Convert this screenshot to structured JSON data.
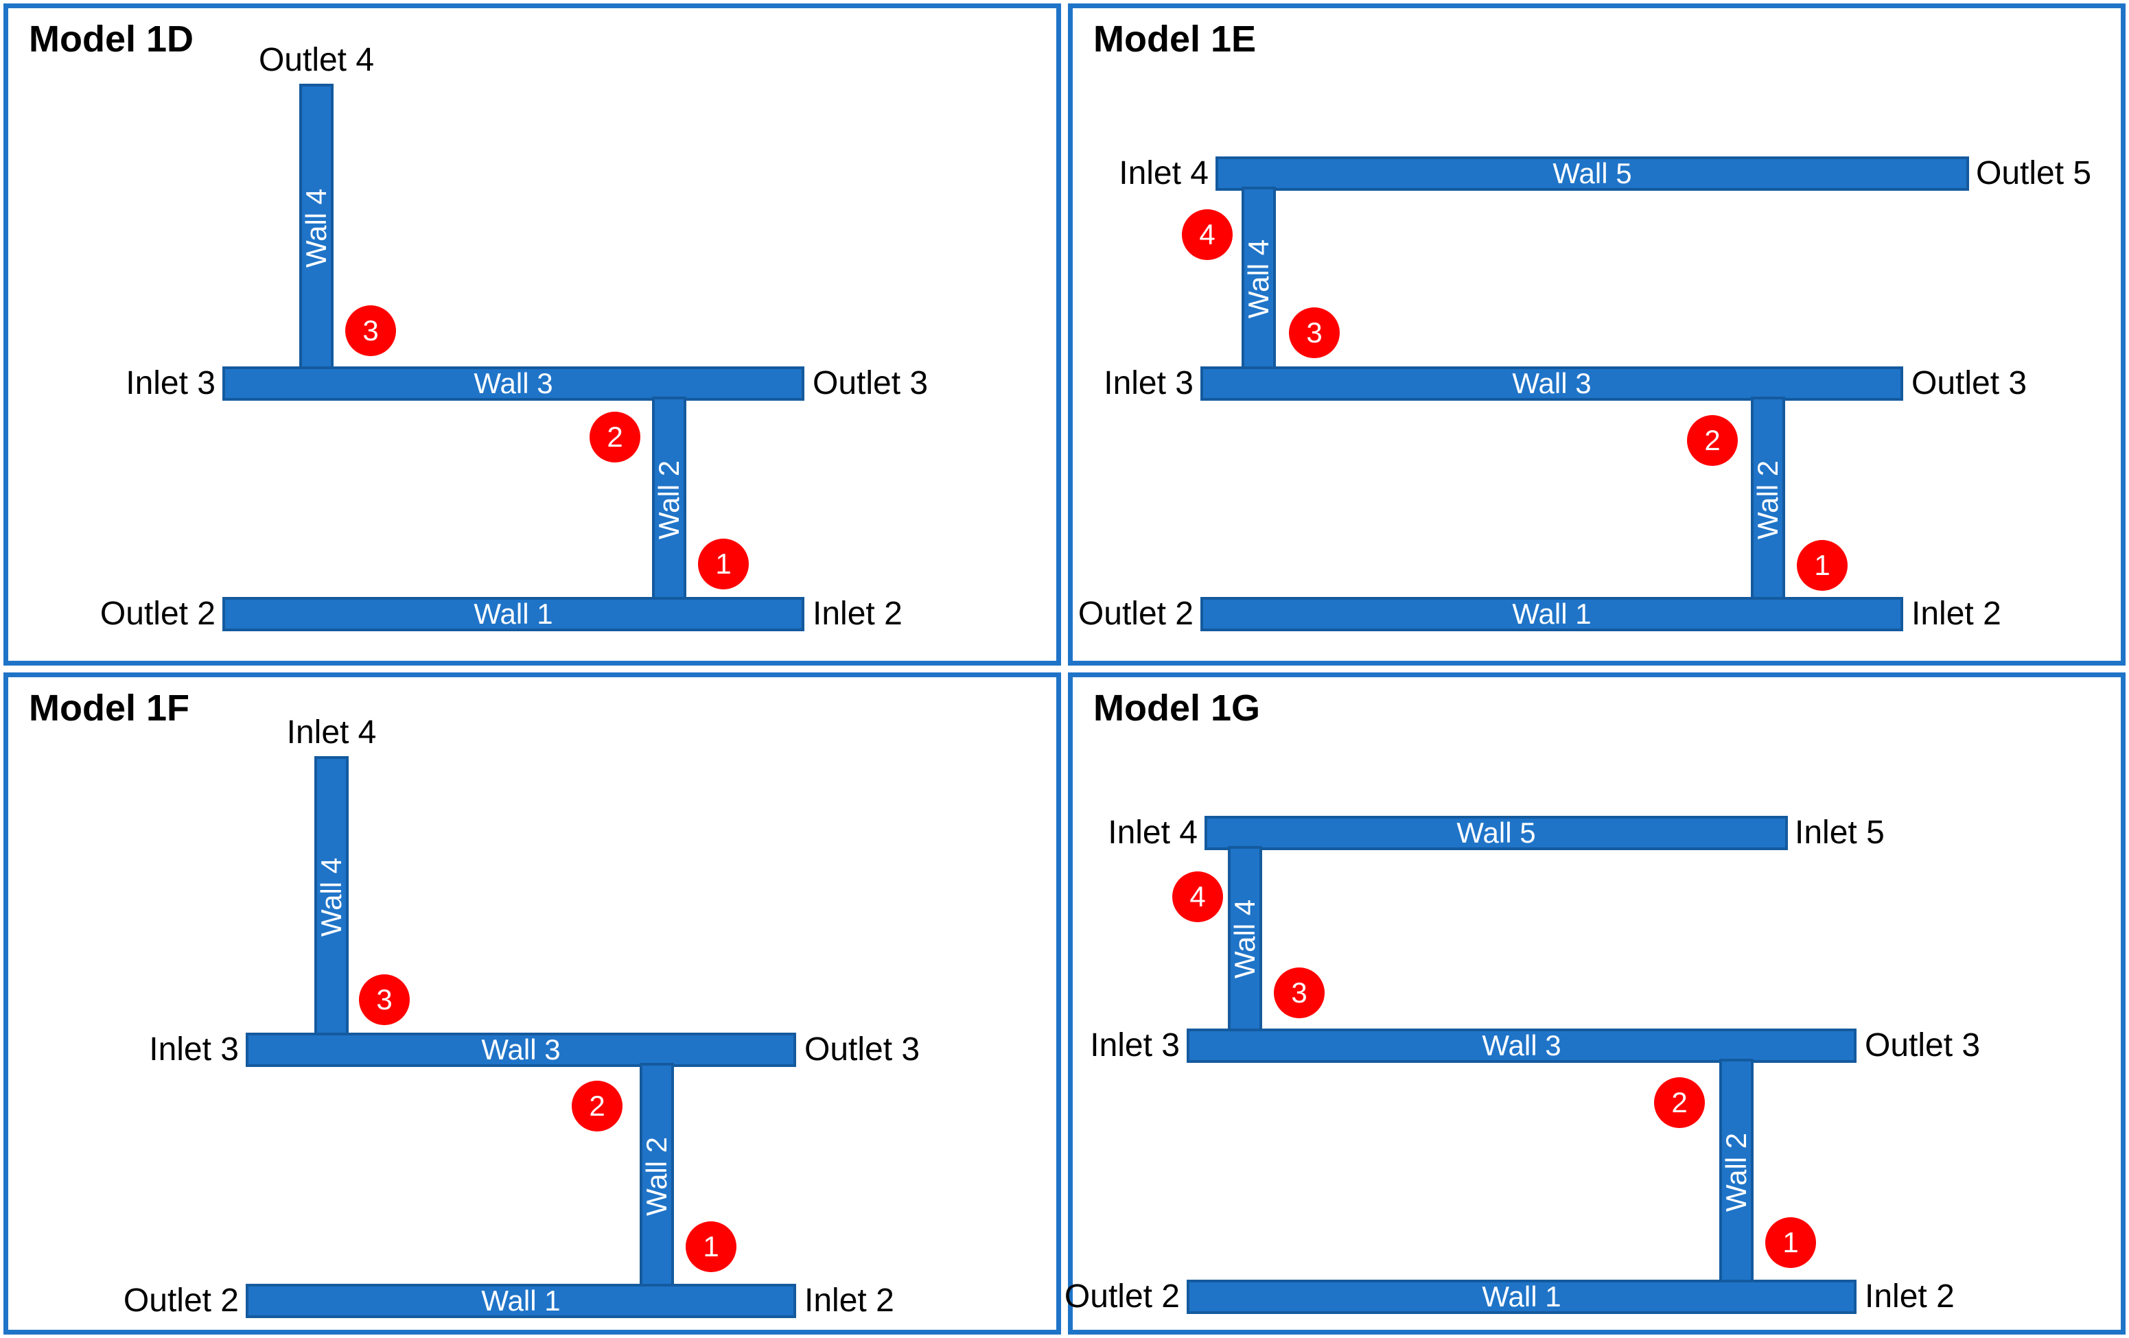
{
  "figure": {
    "colors": {
      "wall_fill": "#1f74c8",
      "wall_stroke": "#145a9e",
      "marker_fill": "#ff0000",
      "marker_text": "#ffffff",
      "panel_border": "#1f74c8",
      "label_text": "#000000",
      "background": "#ffffff"
    },
    "panels": [
      {
        "id": "model-1d",
        "title": "Model 1D",
        "walls": [
          {
            "name": "wall-1",
            "label": "Wall 1",
            "orientation": "horizontal"
          },
          {
            "name": "wall-2",
            "label": "Wall 2",
            "orientation": "vertical"
          },
          {
            "name": "wall-3",
            "label": "Wall 3",
            "orientation": "horizontal"
          },
          {
            "name": "wall-4",
            "label": "Wall 4",
            "orientation": "vertical"
          }
        ],
        "ports": [
          {
            "name": "outlet-4",
            "label": "Outlet 4",
            "position": "above"
          },
          {
            "name": "inlet-3",
            "label": "Inlet 3",
            "position": "left"
          },
          {
            "name": "outlet-3",
            "label": "Outlet 3",
            "position": "right"
          },
          {
            "name": "outlet-2",
            "label": "Outlet 2",
            "position": "left"
          },
          {
            "name": "inlet-2",
            "label": "Inlet 2",
            "position": "right"
          }
        ],
        "markers": [
          {
            "name": "marker-1",
            "label": "1"
          },
          {
            "name": "marker-2",
            "label": "2"
          },
          {
            "name": "marker-3",
            "label": "3"
          }
        ]
      },
      {
        "id": "model-1e",
        "title": "Model 1E",
        "walls": [
          {
            "name": "wall-1",
            "label": "Wall 1",
            "orientation": "horizontal"
          },
          {
            "name": "wall-2",
            "label": "Wall 2",
            "orientation": "vertical"
          },
          {
            "name": "wall-3",
            "label": "Wall 3",
            "orientation": "horizontal"
          },
          {
            "name": "wall-4",
            "label": "Wall 4",
            "orientation": "vertical"
          },
          {
            "name": "wall-5",
            "label": "Wall 5",
            "orientation": "horizontal"
          }
        ],
        "ports": [
          {
            "name": "inlet-4",
            "label": "Inlet 4",
            "position": "left"
          },
          {
            "name": "outlet-5",
            "label": "Outlet 5",
            "position": "right"
          },
          {
            "name": "inlet-3",
            "label": "Inlet 3",
            "position": "left"
          },
          {
            "name": "outlet-3",
            "label": "Outlet 3",
            "position": "right"
          },
          {
            "name": "outlet-2",
            "label": "Outlet 2",
            "position": "left"
          },
          {
            "name": "inlet-2",
            "label": "Inlet 2",
            "position": "right"
          }
        ],
        "markers": [
          {
            "name": "marker-1",
            "label": "1"
          },
          {
            "name": "marker-2",
            "label": "2"
          },
          {
            "name": "marker-3",
            "label": "3"
          },
          {
            "name": "marker-4",
            "label": "4"
          }
        ]
      },
      {
        "id": "model-1f",
        "title": "Model 1F",
        "walls": [
          {
            "name": "wall-1",
            "label": "Wall 1",
            "orientation": "horizontal"
          },
          {
            "name": "wall-2",
            "label": "Wall 2",
            "orientation": "vertical"
          },
          {
            "name": "wall-3",
            "label": "Wall 3",
            "orientation": "horizontal"
          },
          {
            "name": "wall-4",
            "label": "Wall 4",
            "orientation": "vertical"
          }
        ],
        "ports": [
          {
            "name": "inlet-4",
            "label": "Inlet 4",
            "position": "above"
          },
          {
            "name": "inlet-3",
            "label": "Inlet 3",
            "position": "left"
          },
          {
            "name": "outlet-3",
            "label": "Outlet 3",
            "position": "right"
          },
          {
            "name": "outlet-2",
            "label": "Outlet 2",
            "position": "left"
          },
          {
            "name": "inlet-2",
            "label": "Inlet 2",
            "position": "right"
          }
        ],
        "markers": [
          {
            "name": "marker-1",
            "label": "1"
          },
          {
            "name": "marker-2",
            "label": "2"
          },
          {
            "name": "marker-3",
            "label": "3"
          }
        ]
      },
      {
        "id": "model-1g",
        "title": "Model 1G",
        "walls": [
          {
            "name": "wall-1",
            "label": "Wall 1",
            "orientation": "horizontal"
          },
          {
            "name": "wall-2",
            "label": "Wall 2",
            "orientation": "vertical"
          },
          {
            "name": "wall-3",
            "label": "Wall 3",
            "orientation": "horizontal"
          },
          {
            "name": "wall-4",
            "label": "Wall 4",
            "orientation": "vertical"
          },
          {
            "name": "wall-5",
            "label": "Wall 5",
            "orientation": "horizontal"
          }
        ],
        "ports": [
          {
            "name": "inlet-4",
            "label": "Inlet 4",
            "position": "left"
          },
          {
            "name": "inlet-5",
            "label": "Inlet 5",
            "position": "right"
          },
          {
            "name": "inlet-3",
            "label": "Inlet 3",
            "position": "left"
          },
          {
            "name": "outlet-3",
            "label": "Outlet 3",
            "position": "right"
          },
          {
            "name": "outlet-2",
            "label": "Outlet 2",
            "position": "left"
          },
          {
            "name": "inlet-2",
            "label": "Inlet 2",
            "position": "right"
          }
        ],
        "markers": [
          {
            "name": "marker-1",
            "label": "1"
          },
          {
            "name": "marker-2",
            "label": "2"
          },
          {
            "name": "marker-3",
            "label": "3"
          },
          {
            "name": "marker-4",
            "label": "4"
          }
        ]
      }
    ]
  }
}
